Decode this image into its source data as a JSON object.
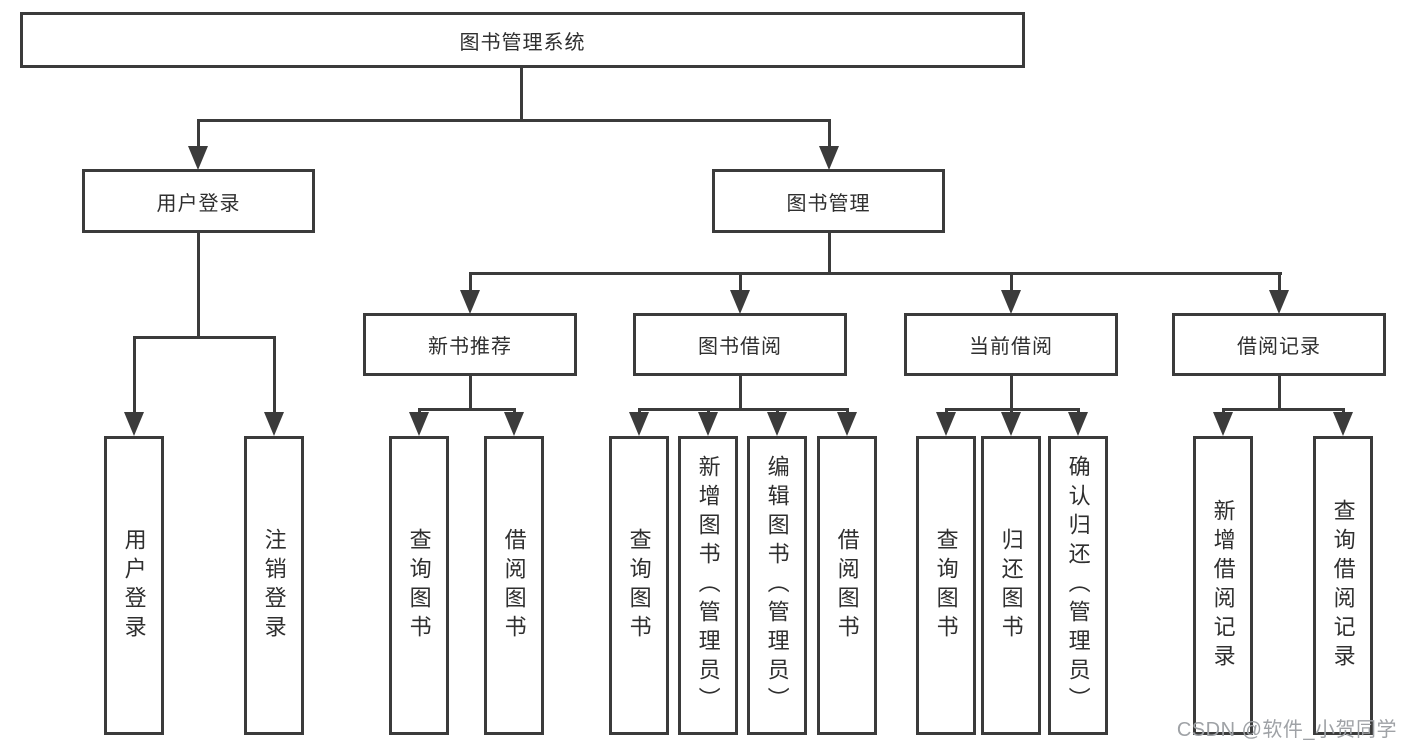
{
  "colors": {
    "line": "#3b3b3b",
    "text": "#2f2f2f",
    "watermark": "#9fa2a6",
    "background": "#ffffff"
  },
  "tree": {
    "root": {
      "label": "图书管理系统"
    },
    "children": [
      {
        "label": "用户登录",
        "children": [
          {
            "label": "用户登录"
          },
          {
            "label": "注销登录"
          }
        ]
      },
      {
        "label": "图书管理",
        "children": [
          {
            "label": "新书推荐",
            "children": [
              {
                "label": "查询图书"
              },
              {
                "label": "借阅图书"
              }
            ]
          },
          {
            "label": "图书借阅",
            "children": [
              {
                "label": "查询图书"
              },
              {
                "label": "新增图书（管理员）"
              },
              {
                "label": "编辑图书（管理员）"
              },
              {
                "label": "借阅图书"
              }
            ]
          },
          {
            "label": "当前借阅",
            "children": [
              {
                "label": "查询图书"
              },
              {
                "label": "归还图书"
              },
              {
                "label": "确认归还（管理员）"
              }
            ]
          },
          {
            "label": "借阅记录",
            "children": [
              {
                "label": "新增借阅记录"
              },
              {
                "label": "查询借阅记录"
              }
            ]
          }
        ]
      }
    ]
  },
  "watermark": {
    "text": "CSDN @软件_小贺同学"
  }
}
